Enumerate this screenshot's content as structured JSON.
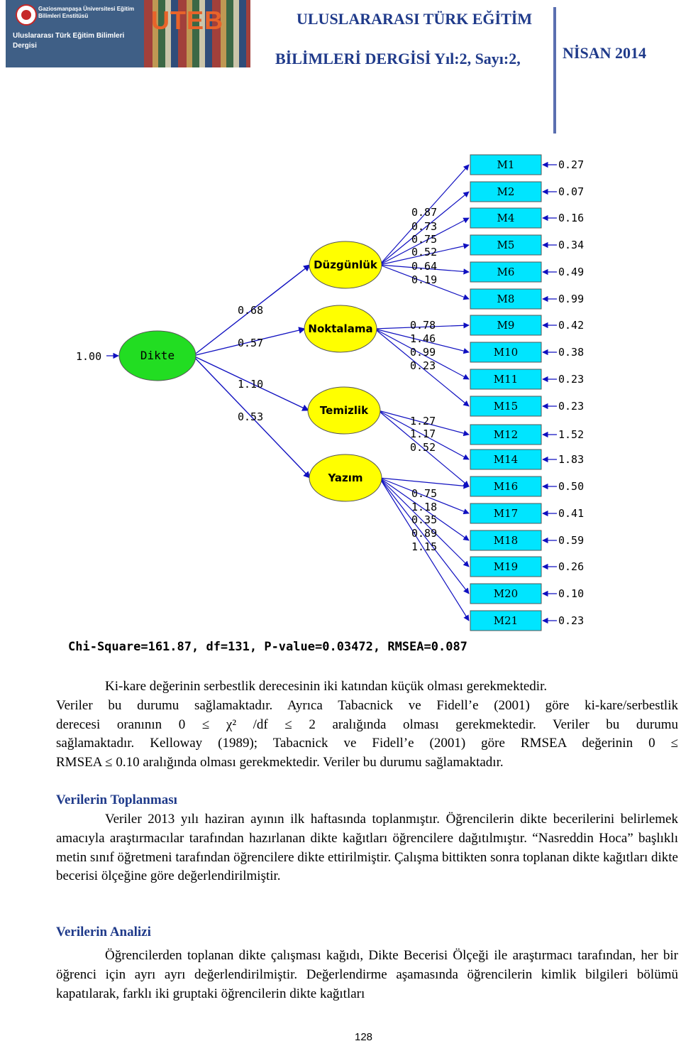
{
  "header": {
    "logo_brand": "UTEB",
    "logo_line1": "Gaziosmanpaşa Üniversitesi Eğitim Bilimleri Enstitüsü",
    "logo_line2": "Uluslararası Türk Eğitim Bilimleri Dergisi",
    "title_line1": "ULUSLARARASI TÜRK EĞİTİM",
    "title_line2": "BİLİMLERİ DERGİSİ Yıl:2, Sayı:2,",
    "date": "NİSAN 2014"
  },
  "diagram": {
    "root": {
      "label": "Dikte",
      "variance": "1.00"
    },
    "factors": [
      {
        "label": "Düzgünlük",
        "loading": "0.68"
      },
      {
        "label": "Noktalama",
        "loading": "0.57"
      },
      {
        "label": "Temizlik",
        "loading": "1.10"
      },
      {
        "label": "Yazım",
        "loading": "0.53"
      }
    ],
    "items": [
      {
        "label": "M1",
        "error": "0.27",
        "path": "0.87"
      },
      {
        "label": "M2",
        "error": "0.07",
        "path": "0.73"
      },
      {
        "label": "M4",
        "error": "0.16",
        "path": "0.75"
      },
      {
        "label": "M5",
        "error": "0.34",
        "path": "0.52"
      },
      {
        "label": "M6",
        "error": "0.49",
        "path": "0.64"
      },
      {
        "label": "M8",
        "error": "0.99",
        "path": "0.19"
      },
      {
        "label": "M9",
        "error": "0.42",
        "path": "0.78"
      },
      {
        "label": "M10",
        "error": "0.38",
        "path": "1.46"
      },
      {
        "label": "M11",
        "error": "0.23",
        "path": "0.99"
      },
      {
        "label": "M15",
        "error": "0.23",
        "path": "0.23"
      },
      {
        "label": "M12",
        "error": "1.52",
        "path": "1.27"
      },
      {
        "label": "M14",
        "error": "1.83",
        "path": "1.17"
      },
      {
        "label": "M16",
        "error": "0.50",
        "path": "0.52"
      },
      {
        "label": "M17",
        "error": "0.41",
        "path": "0.75"
      },
      {
        "label": "M18",
        "error": "0.59",
        "path": "1.18"
      },
      {
        "label": "M19",
        "error": "0.26",
        "path": "0.35"
      },
      {
        "label": "M20",
        "error": "0.10",
        "path": "0.89"
      },
      {
        "label": "M21",
        "error": "0.23",
        "path": "1.15"
      }
    ],
    "fit": "Chi-Square=161.87, df=131, P-value=0.03472, RMSEA=0.087",
    "colors": {
      "item_box": "#00e5ff",
      "factor": "#ffff00",
      "root": "#22dd22",
      "arrow": "#1010c0"
    }
  },
  "body": {
    "p1_lines": [
      "Ki-kare değerinin serbestlik derecesinin iki katından küçük olması gerekmektedir.",
      "Veriler bu durumu sağlamaktadır. Ayrıca Tabacnick ve Fidell’e (2001) göre ki-kare/serbestlik",
      "derecesi oranının 0 ≤ χ² /df ≤ 2 aralığında olması gerekmektedir. Veriler bu durumu",
      "sağlamaktadır. Kelloway (1989); Tabacnick ve Fidell’e (2001) göre RMSEA değerinin 0 ≤",
      "RMSEA ≤ 0.10 aralığında olması gerekmektedir. Veriler bu durumu sağlamaktadır."
    ],
    "h1": "Verilerin Toplanması",
    "p2": "Veriler 2013 yılı haziran ayının ilk haftasında toplanmıştır. Öğrencilerin dikte becerilerini belirlemek amacıyla araştırmacılar tarafından hazırlanan dikte kağıtları öğrencilere dağıtılmıştır. “Nasreddin Hoca” başlıklı metin sınıf öğretmeni tarafından öğrencilere dikte ettirilmiştir. Çalışma bittikten sonra toplanan dikte kağıtları dikte becerisi ölçeğine göre değerlendirilmiştir.",
    "h2": "Verilerin Analizi",
    "p3": "Öğrencilerden toplanan dikte çalışması kağıdı, Dikte Becerisi Ölçeği ile araştırmacı tarafından, her bir öğrenci için ayrı ayrı değerlendirilmiştir. Değerlendirme aşamasında öğrencilerin kimlik bilgileri bölümü kapatılarak, farklı iki gruptaki öğrencilerin dikte kağıtları"
  },
  "page_number": "128"
}
